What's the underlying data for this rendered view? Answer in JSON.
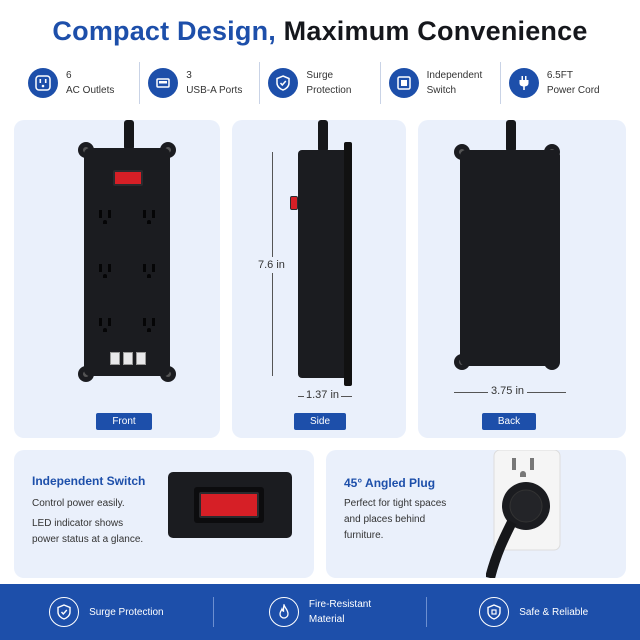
{
  "title": {
    "part1": "Compact Design,",
    "part2": "Maximum Convenience"
  },
  "features": [
    {
      "line1": "6",
      "line2": "AC Outlets",
      "icon": "outlet-icon"
    },
    {
      "line1": "3",
      "line2": "USB-A Ports",
      "icon": "usb-icon"
    },
    {
      "line1": "Surge",
      "line2": "Protection",
      "icon": "shield-icon"
    },
    {
      "line1": "Independent",
      "line2": "Switch",
      "icon": "switch-icon"
    },
    {
      "line1": "6.5FT",
      "line2": "Power Cord",
      "icon": "plug-icon"
    }
  ],
  "views": {
    "front": "Front",
    "side": "Side",
    "back": "Back"
  },
  "dimensions": {
    "height": "7.6 in",
    "depth": "1.37 in",
    "width": "3.75 in"
  },
  "switch_card": {
    "title": "Independent Switch",
    "line1": "Control power easily.",
    "line2": "LED indicator shows",
    "line3": "power status at a glance."
  },
  "plug_card": {
    "title": "45° Angled Plug",
    "line1": "Perfect for tight spaces",
    "line2": "and places behind",
    "line3": "furniture."
  },
  "footer": [
    {
      "line1": "Surge Protection",
      "line2": "",
      "icon": "shield-check-icon"
    },
    {
      "line1": "Fire-Resistant",
      "line2": "Material",
      "icon": "flame-icon"
    },
    {
      "line1": "Safe & Reliable",
      "line2": "",
      "icon": "shield-badge-icon"
    }
  ],
  "colors": {
    "brand_blue": "#1d4faa",
    "panel_bg": "#eaf0fb",
    "switch_red": "#d61f26",
    "body_black": "#1b1c20"
  }
}
